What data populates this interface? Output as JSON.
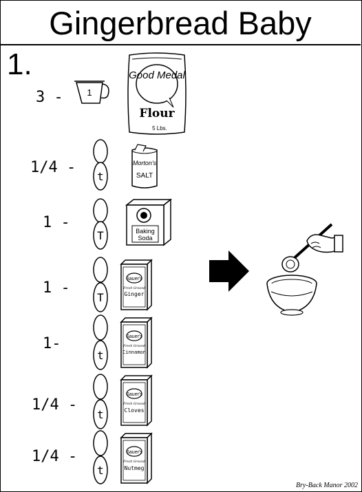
{
  "title": "Gingerbread Baby",
  "step_number": "1.",
  "ingredients": [
    {
      "quantity": "3 -",
      "measure": "1",
      "item": "Flour",
      "brand": "Good Medal",
      "package": "5 Lbs."
    },
    {
      "quantity": "1/4 -",
      "measure": "t",
      "item": "SALT",
      "brand": "Morton's"
    },
    {
      "quantity": "1 -",
      "measure": "T",
      "item": "Baking Soda",
      "item_line1": "Baking",
      "item_line2": "Soda"
    },
    {
      "quantity": "1 -",
      "measure": "T",
      "item": "Ginger",
      "brand": "Sauer's",
      "tagline": "Fresh Ground"
    },
    {
      "quantity": "1-",
      "measure": "t",
      "item": "Cinnamon",
      "brand": "Sauer's",
      "tagline": "Fresh Ground"
    },
    {
      "quantity": "1/4 -",
      "measure": "t",
      "item": "Cloves",
      "brand": "Sauer's",
      "tagline": "Fresh Ground"
    },
    {
      "quantity": "1/4 -",
      "measure": "t",
      "item": "Nutmeg",
      "brand": "Sauer's",
      "tagline": "Fresh Ground"
    }
  ],
  "credit": "Bry-Back Manor 2002",
  "icons": [
    "measuring-cup-icon",
    "measuring-spoon-icon",
    "arrow-right-icon",
    "mixing-bowl-icon",
    "stirring-hand-icon"
  ]
}
